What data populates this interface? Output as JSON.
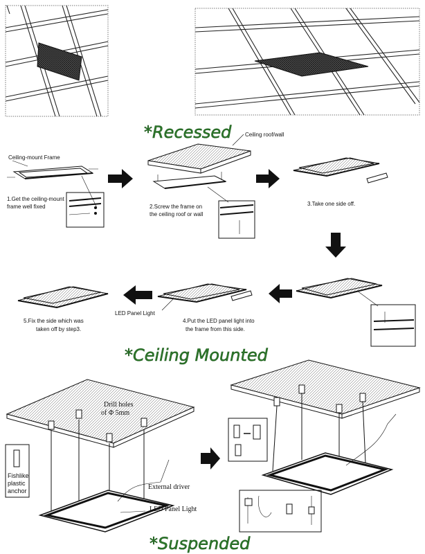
{
  "sections": {
    "recessed": "*Recessed",
    "ceiling_mounted": "*Ceiling Mounted",
    "suspended": "*Suspended"
  },
  "labels": {
    "ceiling_roof_wall": "Ceiling roof/wall",
    "ceiling_mount_frame": "Ceiling-mount Frame",
    "led_panel_light": "LED Panel Light",
    "drill_holes_line1": "Drill holes",
    "drill_holes_line2": "of  Φ 5mm",
    "fishlike_line1": "Fishlike",
    "fishlike_line2": "plastic",
    "fishlike_line3": "anchor",
    "external_driver": "External driver",
    "led_panel_light_serif": "LED Panel Light"
  },
  "steps": {
    "s1_line1": "1.Get the ceiling-mount",
    "s1_line2": "frame well fixed",
    "s2_line1": "2.Screw the frame on",
    "s2_line2": "the ceiling roof or wall",
    "s3": "3.Take one side off.",
    "s4_line1": "4.Put the LED panel light into",
    "s4_line2": "the frame from this side.",
    "s5_line1": "5.Fix the side which was",
    "s5_line2": "taken off by step3."
  },
  "colors": {
    "section_title": "#2f7a2c",
    "line": "#111111",
    "panel_mesh": "#333333"
  }
}
